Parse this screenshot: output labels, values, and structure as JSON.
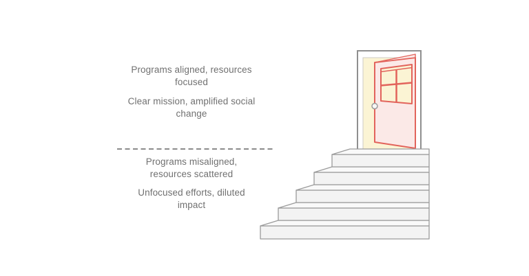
{
  "annotations": {
    "aligned": {
      "lines": [
        "Programs aligned, resources",
        "focused"
      ]
    },
    "aligned_outcome": {
      "lines": [
        "Clear mission, amplified social",
        "change"
      ]
    },
    "misaligned": {
      "lines": [
        "Programs misaligned,",
        "resources scattered"
      ]
    },
    "misaligned_outcome": {
      "lines": [
        "Unfocused efforts, diluted",
        "impact"
      ]
    }
  },
  "illustration": {
    "door_icon": "open-door-with-four-pane-window",
    "staircase_icon": "staircase-five-steps",
    "divider": "dashed-horizontal-line"
  },
  "colors": {
    "background": "#ffffff",
    "text": "#707070",
    "divider_gray": "#8a8a8a",
    "outline_gray": "#8f8f8f",
    "step_outline": "#9a9a9a",
    "step_tread": "#f9f9f9",
    "step_riser": "#f3f3f3",
    "door_red": "#e2635b",
    "door_pink": "#fbe9e7",
    "doorway_yellow": "#fbf4d4",
    "frame_white": "#ffffff",
    "knob_fill": "#f7f7f7"
  }
}
